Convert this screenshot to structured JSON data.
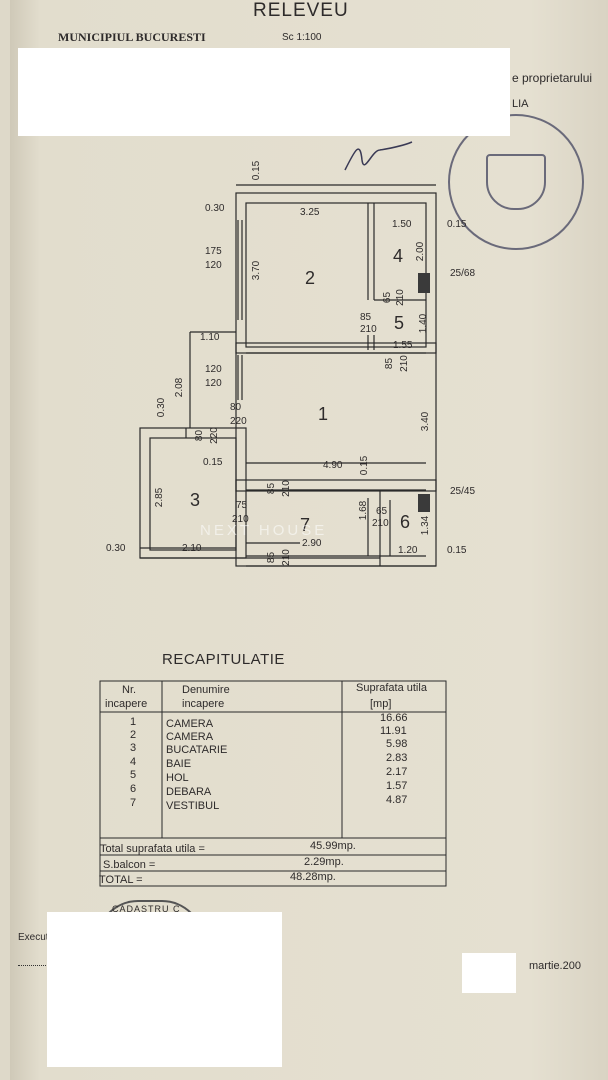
{
  "header": {
    "municipality": "MUNICIPIUL BUCURESTI",
    "title": "RELEVEU",
    "scale": "Sc 1:100",
    "owner_fragment": "e proprietarului",
    "owner_fragment2": "LIA",
    "executed_fragment": "Execut",
    "date_fragment": "martie.200",
    "stamp_fragment": "CADASTRU C"
  },
  "plan": {
    "watermark": "NEXT HOUSE",
    "rooms": [
      "1",
      "2",
      "3",
      "4",
      "5",
      "6",
      "7"
    ],
    "dims": {
      "d_015_top": "0.15",
      "d_030_a": "0.30",
      "d_325": "3.25",
      "d_150": "1.50",
      "d_015_b": "0.15",
      "d_175": "175",
      "d_120_a": "120",
      "d_370": "3.70",
      "d_200": "2.00",
      "d_2568": "25/68",
      "d_6580": "65",
      "d_210_a": "210",
      "d_85_a": "85",
      "d_210_b": "210",
      "d_140": "1.40",
      "d_110": "1.10",
      "d_155": "1.55",
      "d_85_b": "85",
      "d_210_c": "210",
      "d_120_b": "120",
      "d_120_c": "120",
      "d_208": "2.08",
      "d_030_b": "0.30",
      "d_80": "80",
      "d_220": "220",
      "d_80b": "80",
      "d_220b": "220",
      "d_340": "3.40",
      "d_015_c": "0.15",
      "d_490": "4.90",
      "d_015_d": "0.15",
      "d_285": "2.85",
      "d_85_c": "85",
      "d_210_d": "210",
      "d_2545": "25/45",
      "d_75": "75",
      "d_210_e": "210",
      "d_168": "1.68",
      "d_65": "65",
      "d_210_f": "210",
      "d_134": "1.34",
      "d_030_c": "0.30",
      "d_210g": "2.10",
      "d_290": "2.90",
      "d_120_d": "1.20",
      "d_015_e": "0.15",
      "d_85_d": "85",
      "d_210_h": "210"
    }
  },
  "recap": {
    "title": "RECAPITULATIE",
    "headers": {
      "nr": "Nr.",
      "nr2": "incapere",
      "den": "Denumire",
      "den2": "incapere",
      "sup": "Suprafata utila",
      "sup2": "[mp]"
    },
    "rows": [
      {
        "nr": "1",
        "name": "CAMERA",
        "area": "16.66"
      },
      {
        "nr": "2",
        "name": "CAMERA",
        "area": "11.91"
      },
      {
        "nr": "3",
        "name": "BUCATARIE",
        "area": "5.98"
      },
      {
        "nr": "4",
        "name": "BAIE",
        "area": "2.83"
      },
      {
        "nr": "5",
        "name": "HOL",
        "area": "2.17"
      },
      {
        "nr": "6",
        "name": "DEBARA",
        "area": "1.57"
      },
      {
        "nr": "7",
        "name": "VESTIBUL",
        "area": "4.87"
      }
    ],
    "totals": [
      {
        "label": "Total suprafata utila  =",
        "value": "45.99mp."
      },
      {
        "label": "S.balcon  =",
        "value": "2.29mp."
      },
      {
        "label": "TOTAL  =",
        "value": "48.28mp."
      }
    ]
  }
}
